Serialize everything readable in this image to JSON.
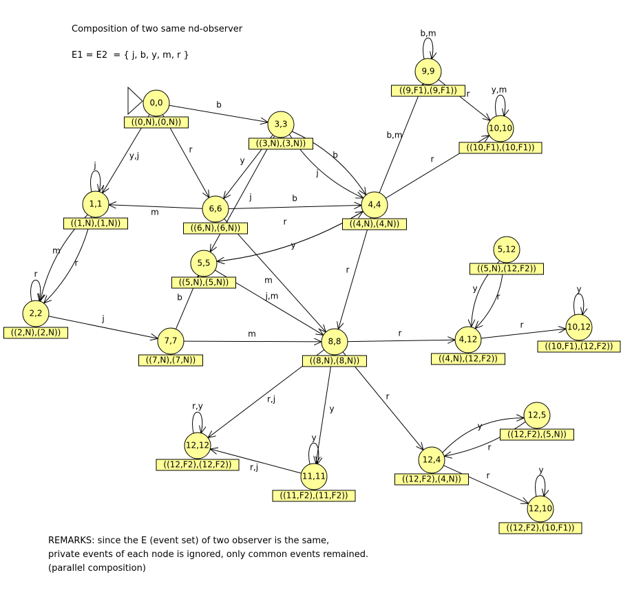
{
  "header": {
    "title": "Composition of two same nd-observer",
    "event_set": "E1 = E2  = { j, b, y, m, r }"
  },
  "remarks": [
    "REMARKS: since the E (event set) of two observer is the same,",
    "private events of each node is ignored, only common events remained.",
    "(parallel composition)"
  ],
  "colors": {
    "node_fill": "#ffff99",
    "stroke": "#000000",
    "background": "#ffffff"
  },
  "nodes": [
    {
      "id": "0,0",
      "tag": "((0,N),(0,N))",
      "initial": true
    },
    {
      "id": "3,3",
      "tag": "((3,N),(3,N))"
    },
    {
      "id": "9,9",
      "tag": "((9,F1),(9,F1))"
    },
    {
      "id": "10,10",
      "tag": "((10,F1),(10,F1))"
    },
    {
      "id": "1,1",
      "tag": "((1,N),(1,N))"
    },
    {
      "id": "6,6",
      "tag": "((6,N),(6,N))"
    },
    {
      "id": "4,4",
      "tag": "((4,N),(4,N))"
    },
    {
      "id": "5,5",
      "tag": "((5,N),(5,N))"
    },
    {
      "id": "2,2",
      "tag": "((2,N),(2,N))"
    },
    {
      "id": "7,7",
      "tag": "((7,N),(7,N))"
    },
    {
      "id": "8,8",
      "tag": "((8,N),(8,N))"
    },
    {
      "id": "5,12",
      "tag": "((5,N),(12,F2))"
    },
    {
      "id": "4,12",
      "tag": "((4,N),(12,F2))"
    },
    {
      "id": "10,12",
      "tag": "((10,F1),(12,F2))"
    },
    {
      "id": "12,12",
      "tag": "((12,F2),(12,F2))"
    },
    {
      "id": "11,11",
      "tag": "((11,F2),(11,F2))"
    },
    {
      "id": "12,4",
      "tag": "((12,F2),(4,N))"
    },
    {
      "id": "12,5",
      "tag": "((12,F2),(5,N))"
    },
    {
      "id": "12,10",
      "tag": "((12,F2),(10,F1))"
    }
  ],
  "edges": [
    {
      "from": "0,0",
      "to": "3,3",
      "label": "b"
    },
    {
      "from": "0,0",
      "to": "1,1",
      "label": "y,j"
    },
    {
      "from": "0,0",
      "to": "6,6",
      "label": "r"
    },
    {
      "from": "1,1",
      "to": "1,1",
      "label": "j"
    },
    {
      "from": "6,6",
      "to": "1,1",
      "label": "m"
    },
    {
      "from": "1,1",
      "to": "2,2",
      "label": "m"
    },
    {
      "from": "1,1",
      "to": "2,2",
      "label": "r"
    },
    {
      "from": "2,2",
      "to": "2,2",
      "label": "r"
    },
    {
      "from": "2,2",
      "to": "7,7",
      "label": "j"
    },
    {
      "from": "3,3",
      "to": "6,6",
      "label": "y"
    },
    {
      "from": "3,3",
      "to": "5,5",
      "label": "j"
    },
    {
      "from": "3,3",
      "to": "4,4",
      "label": "b"
    },
    {
      "from": "3,3",
      "to": "4,4",
      "label": "j"
    },
    {
      "from": "6,6",
      "to": "4,4",
      "label": "b"
    },
    {
      "from": "6,6",
      "to": "8,8",
      "label": "m"
    },
    {
      "from": "4,4",
      "to": "9,9",
      "label": "b,m"
    },
    {
      "from": "4,4",
      "to": "10,10",
      "label": "r"
    },
    {
      "from": "9,9",
      "to": "9,9",
      "label": "b,m"
    },
    {
      "from": "9,9",
      "to": "10,10",
      "label": "r"
    },
    {
      "from": "10,10",
      "to": "10,10",
      "label": "y,m"
    },
    {
      "from": "4,4",
      "to": "5,5",
      "label": "r"
    },
    {
      "from": "5,5",
      "to": "4,4",
      "label": "y"
    },
    {
      "from": "4,4",
      "to": "8,8",
      "label": "r"
    },
    {
      "from": "5,5",
      "to": "8,8",
      "label": "j,m"
    },
    {
      "from": "7,7",
      "to": "5,5",
      "label": "b"
    },
    {
      "from": "7,7",
      "to": "8,8",
      "label": "m"
    },
    {
      "from": "8,8",
      "to": "4,12",
      "label": "r"
    },
    {
      "from": "5,12",
      "to": "4,12",
      "label": "y"
    },
    {
      "from": "5,12",
      "to": "4,12",
      "label": "r"
    },
    {
      "from": "4,12",
      "to": "10,12",
      "label": "r"
    },
    {
      "from": "10,12",
      "to": "10,12",
      "label": "y"
    },
    {
      "from": "8,8",
      "to": "12,12",
      "label": "r,j"
    },
    {
      "from": "8,8",
      "to": "11,11",
      "label": "y"
    },
    {
      "from": "8,8",
      "to": "12,4",
      "label": "r"
    },
    {
      "from": "12,12",
      "to": "12,12",
      "label": "r,y"
    },
    {
      "from": "11,11",
      "to": "11,11",
      "label": "y"
    },
    {
      "from": "11,11",
      "to": "12,12",
      "label": "r,j"
    },
    {
      "from": "12,4",
      "to": "12,5",
      "label": "y"
    },
    {
      "from": "12,5",
      "to": "12,4",
      "label": "r"
    },
    {
      "from": "12,4",
      "to": "12,10",
      "label": "r"
    },
    {
      "from": "12,10",
      "to": "12,10",
      "label": "y"
    }
  ]
}
